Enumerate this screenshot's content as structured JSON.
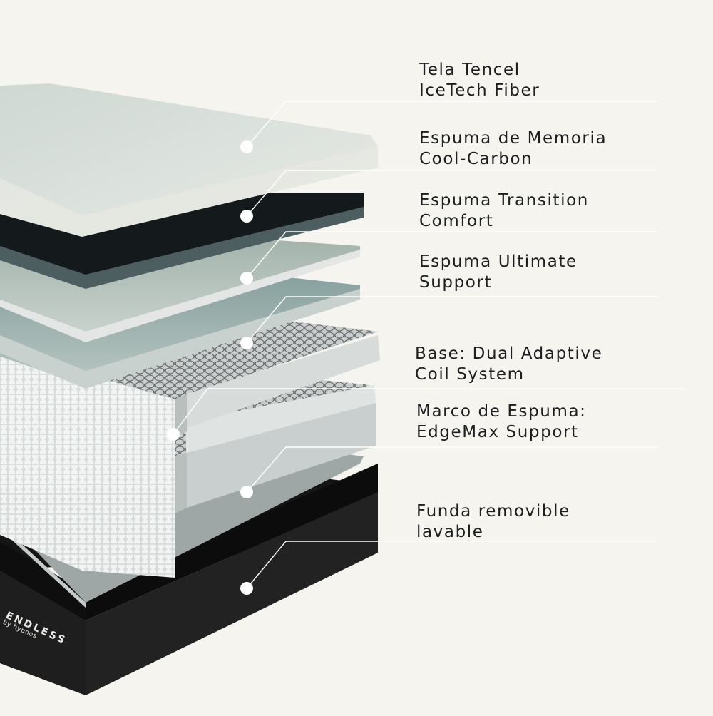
{
  "diagram": {
    "subject": "Mattress layer cross-section",
    "background_color": "#f5f4ef",
    "callout_color": "#ffffff",
    "text_color": "#1c1e20"
  },
  "brand": {
    "name": "ENDLESS",
    "subbrand": "by hypnos"
  },
  "layers": [
    {
      "line1": "Tela Tencel",
      "line2": "IceTech Fiber"
    },
    {
      "line1": "Espuma de Memoria",
      "line2": "Cool-Carbon"
    },
    {
      "line1": "Espuma Transition",
      "line2": "Comfort"
    },
    {
      "line1": "Espuma Ultimate",
      "line2": "Support"
    },
    {
      "line1": "Base: Dual Adaptive",
      "line2": "Coil System"
    },
    {
      "line1": "Marco de Espuma:",
      "line2": "EdgeMax Support"
    },
    {
      "line1": "Funda removible",
      "line2": "lavable"
    }
  ]
}
